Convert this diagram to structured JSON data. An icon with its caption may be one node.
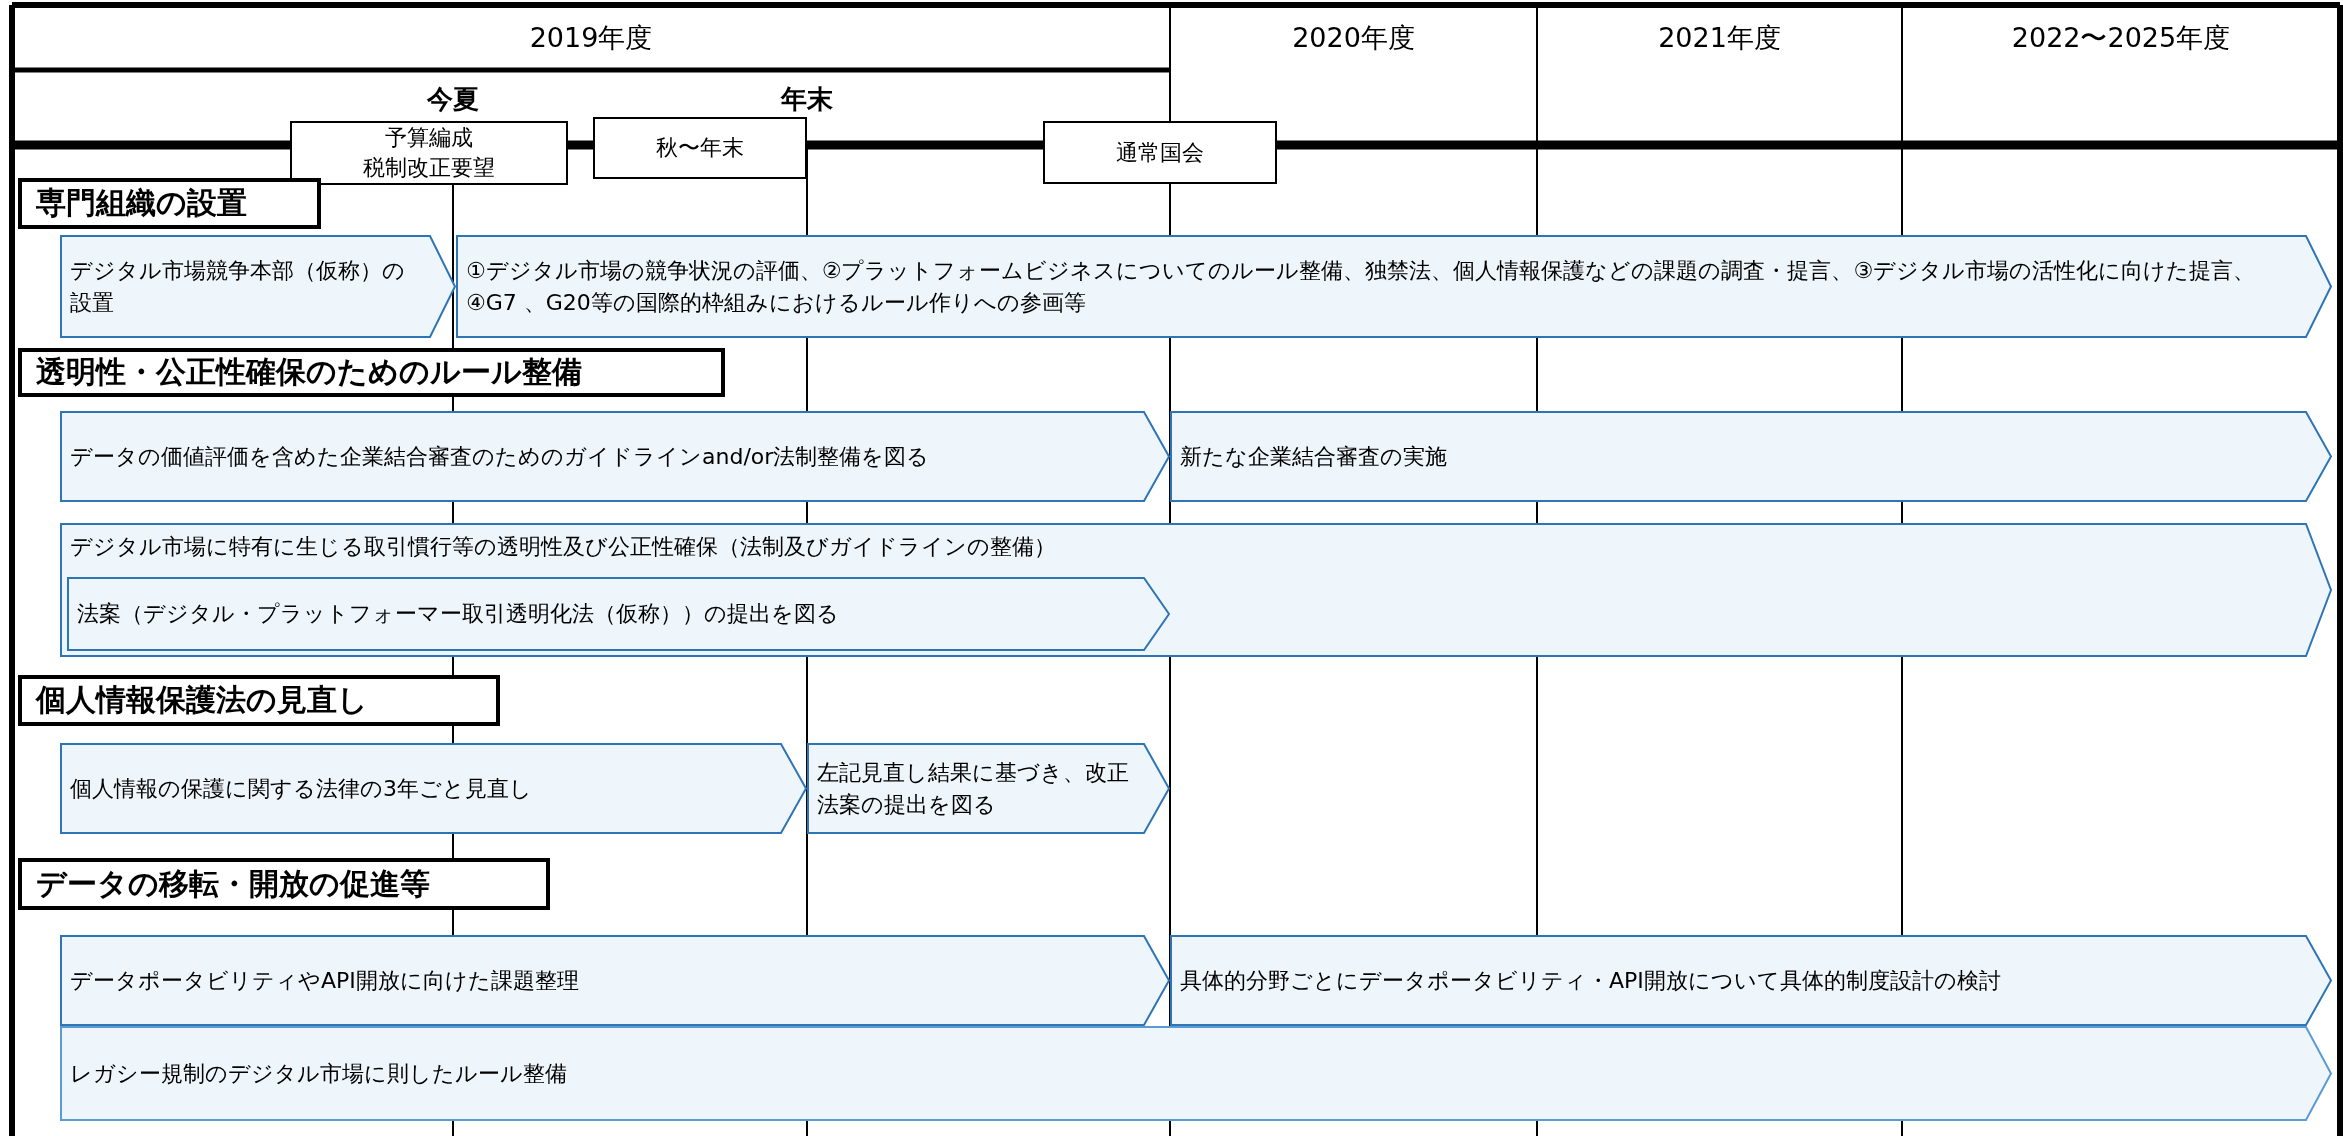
{
  "diagram": {
    "nodes": [
      {
        "text": [
          "予算編成",
          "税制改正要望"
        ]
      },
      {
        "text": [
          "秋〜年末"
        ]
      },
      {
        "text": [
          "通常国会"
        ]
      },
      {
        "text": [
          "専門組織の設置"
        ]
      },
      {
        "text": [
          "デジタル市場競争本部（仮称）の設置"
        ]
      },
      {
        "text": [
          "①デジタル市場の競争状況の評価、②プラットフォームビジネスについてのルール整備、独禁法、個人情報保護などの課題の調査・提言、③デジタル市場の活性化に向けた提言、④G7 、G20等の国際的枠組みにおけるルール作りへの参画等"
        ]
      },
      {
        "text": [
          "透明性・公正性確保のためのルール整備"
        ]
      },
      {
        "text": [
          "データの価値評価を含めた企業結合審査のためのガイドラインand/or法制整備を図る"
        ]
      },
      {
        "text": [
          "新たな企業結合審査の実施"
        ]
      },
      {
        "text": [
          "デジタル市場に特有に生じる取引慣行等の透明性及び公正性確保（法制及びガイドラインの整備）"
        ]
      },
      {
        "text": [
          "法案（デジタル・プラットフォーマー取引透明化法（仮称））の提出を図る"
        ],
        "in": 9
      },
      {
        "text": [
          "個人情報保護法の見直し"
        ]
      },
      {
        "text": [
          "個人情報の保護に関する法律の3年ごと見直し"
        ]
      },
      {
        "text": [
          "左記見直し結果に基づき、改正法案の提出を図る"
        ]
      },
      {
        "text": [
          "データの移転・開放の促進等"
        ]
      },
      {
        "text": [
          "データポータビリティやAPI開放に向けた課題整理"
        ]
      },
      {
        "text": [
          "具体的分野ごとにデータポータビリティ・API開放について具体的制度設計の検討"
        ]
      },
      {
        "text": [
          "レガシー規制のデジタル市場に則したルール整備"
        ]
      }
    ],
    "labels": [
      "2019年度",
      "2020年度",
      "2021年度",
      "2022〜2025年度",
      "今夏",
      "年末"
    ]
  }
}
